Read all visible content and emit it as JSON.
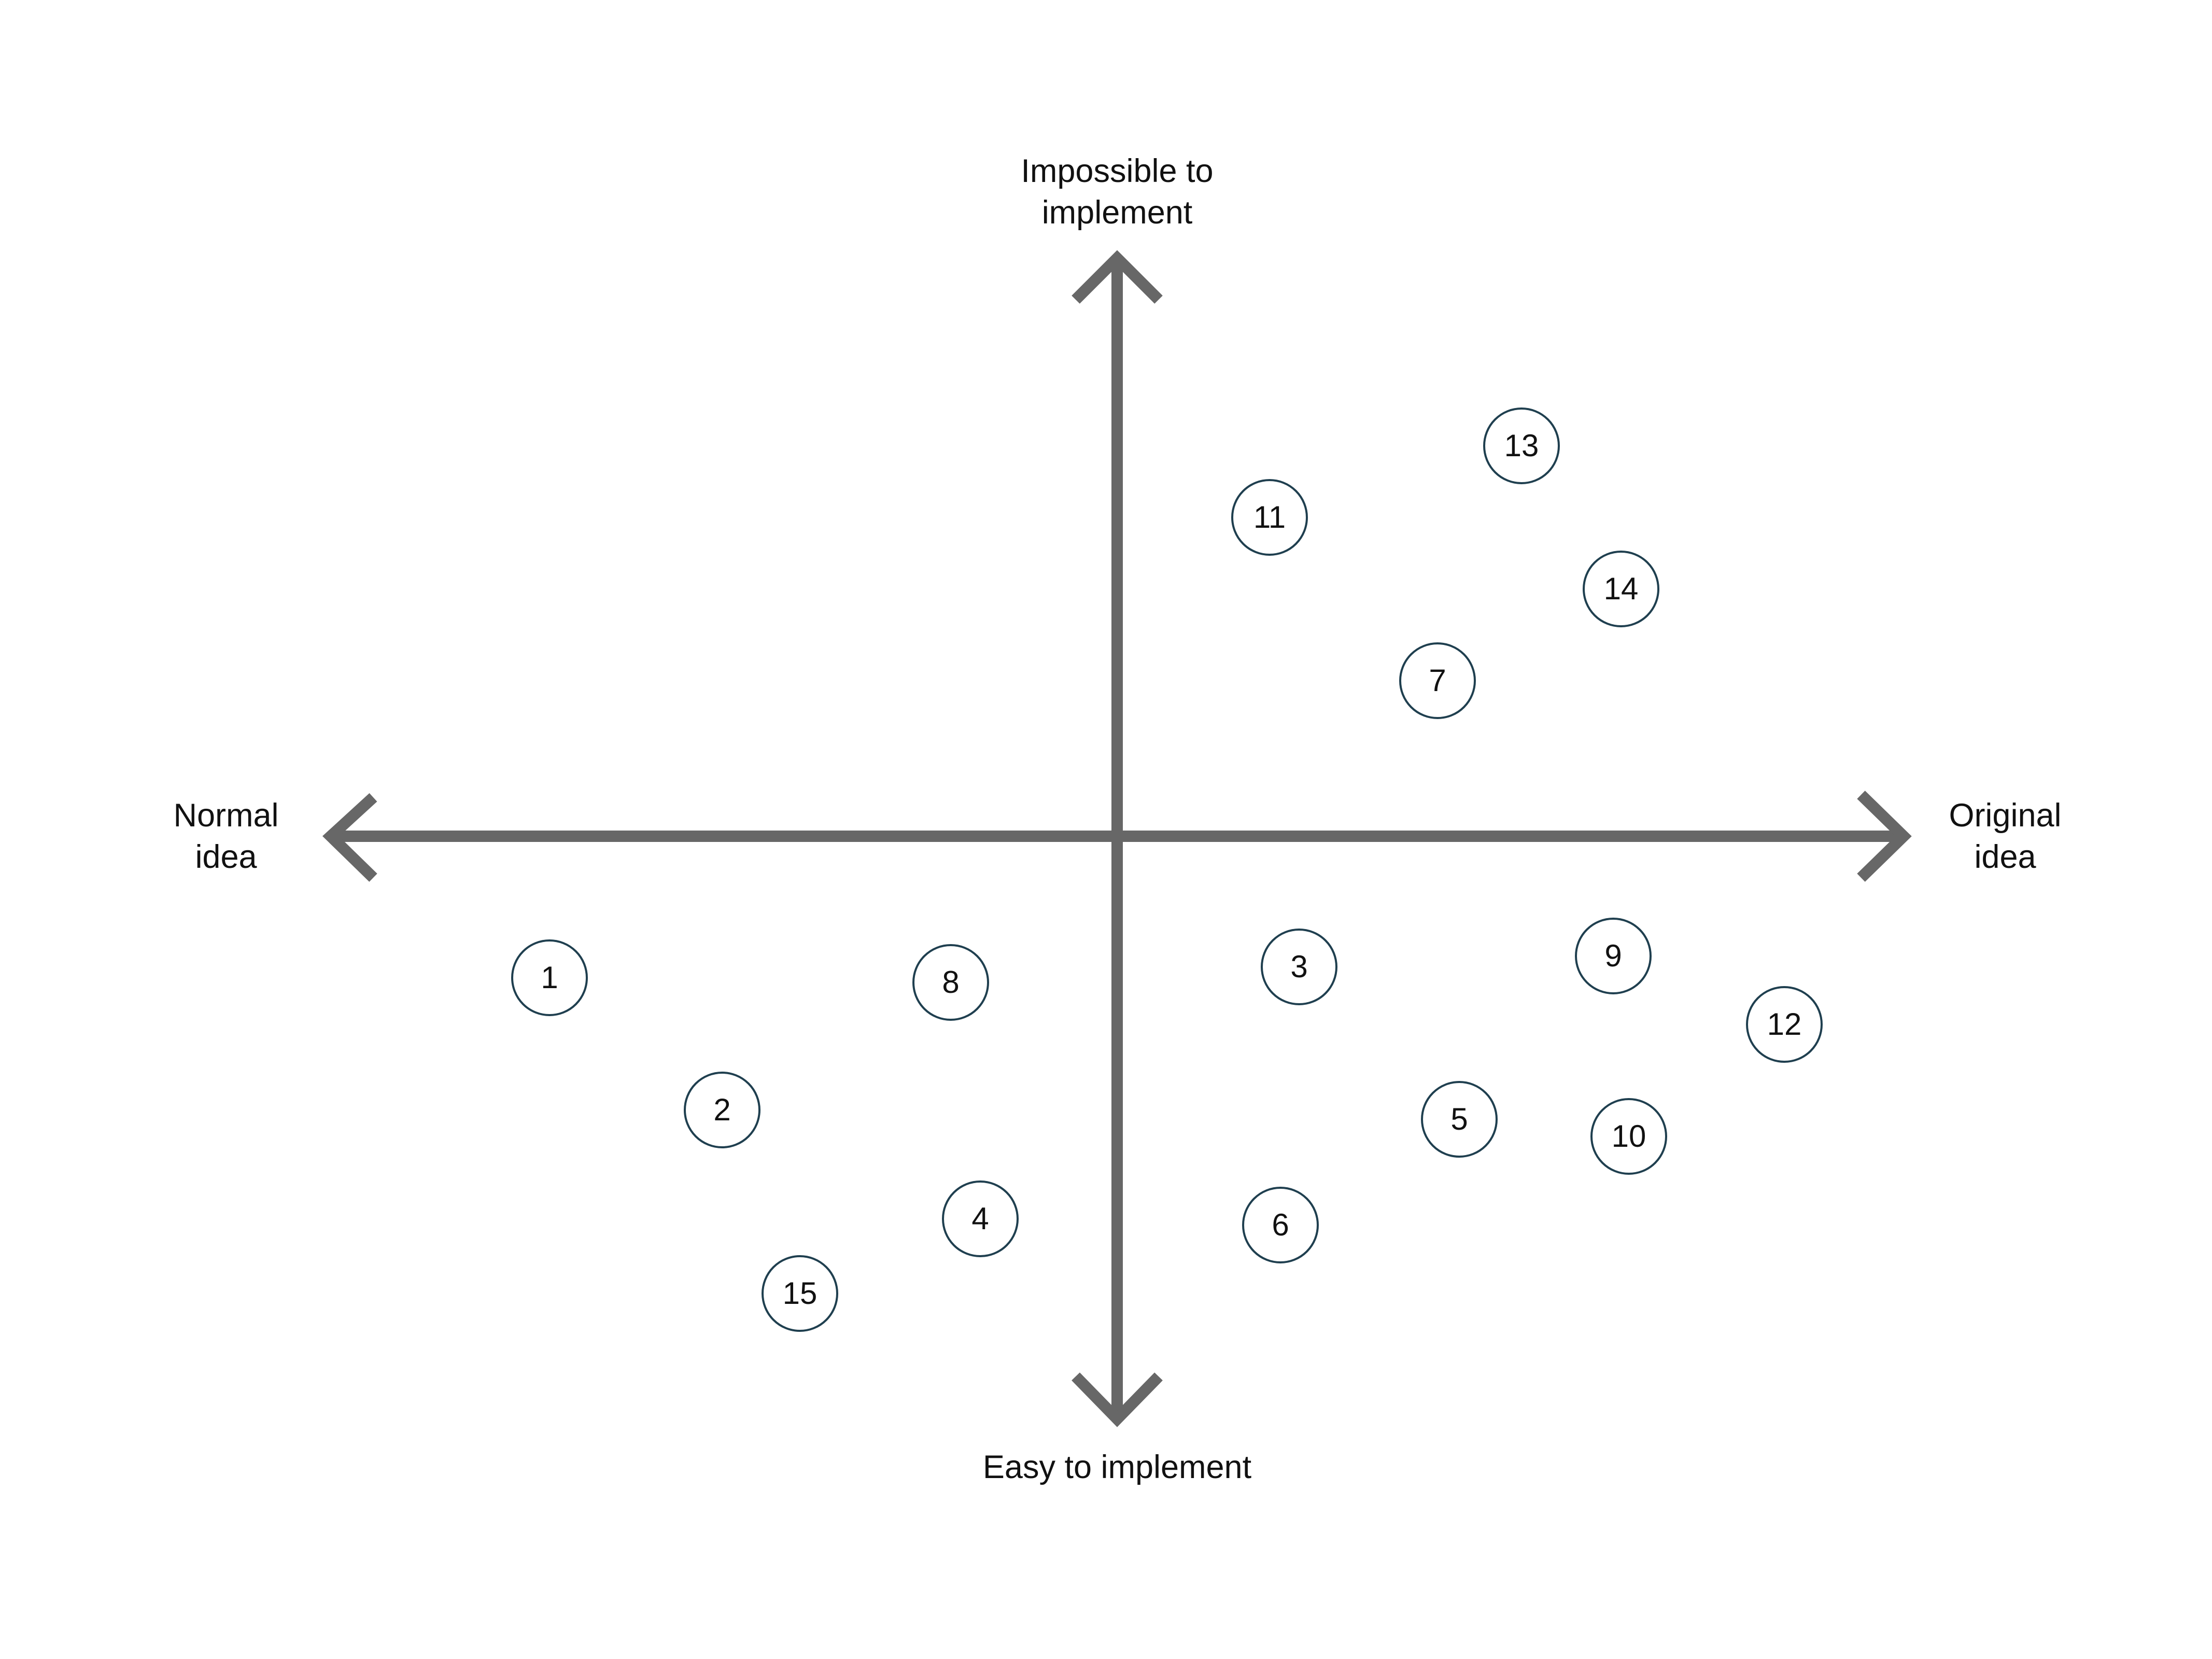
{
  "axes": {
    "top": [
      "Impossible to",
      "implement"
    ],
    "bottom": [
      "Easy to implement"
    ],
    "left": [
      "Normal",
      "idea"
    ],
    "right": [
      "Original",
      "idea"
    ]
  },
  "colors": {
    "axis": "#676767",
    "marker_border": "#1f3f4f",
    "text": "#111111"
  },
  "ideas": [
    {
      "label": "1",
      "originality": -3.65,
      "difficulty": -0.91
    },
    {
      "label": "2",
      "originality": -2.54,
      "difficulty": -1.76
    },
    {
      "label": "3",
      "originality": 1.17,
      "difficulty": -0.84
    },
    {
      "label": "4",
      "originality": -0.88,
      "difficulty": -2.46
    },
    {
      "label": "5",
      "originality": 2.2,
      "difficulty": -1.82
    },
    {
      "label": "6",
      "originality": 1.05,
      "difficulty": -2.5
    },
    {
      "label": "7",
      "originality": 2.06,
      "difficulty": 1.0
    },
    {
      "label": "8",
      "originality": -1.07,
      "difficulty": -0.94
    },
    {
      "label": "9",
      "originality": 3.19,
      "difficulty": -0.77
    },
    {
      "label": "10",
      "originality": 3.29,
      "difficulty": -1.93
    },
    {
      "label": "11",
      "originality": 0.98,
      "difficulty": 2.05
    },
    {
      "label": "12",
      "originality": 4.29,
      "difficulty": -1.21
    },
    {
      "label": "13",
      "originality": 2.6,
      "difficulty": 2.51
    },
    {
      "label": "14",
      "originality": 3.24,
      "difficulty": 1.59
    },
    {
      "label": "15",
      "originality": -2.04,
      "difficulty": -2.94
    }
  ]
}
